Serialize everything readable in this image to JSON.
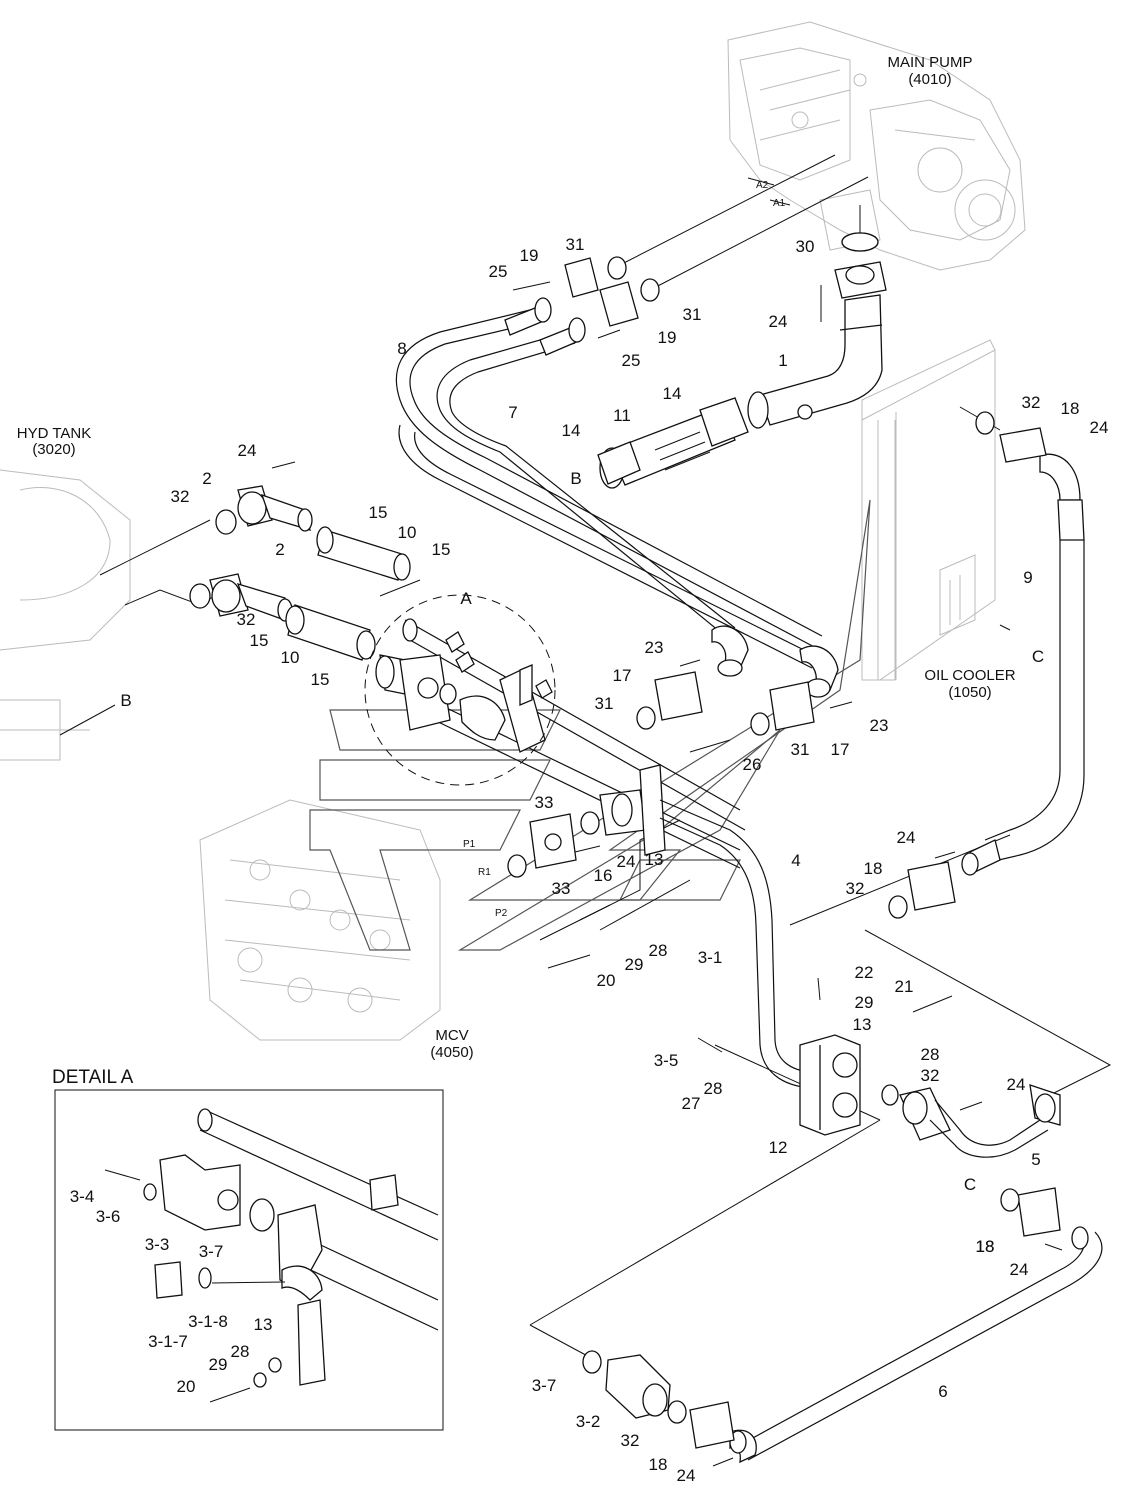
{
  "components": {
    "main_pump": {
      "name": "MAIN PUMP",
      "code": "(4010)"
    },
    "hyd_tank": {
      "name": "HYD TANK",
      "code": "(3020)"
    },
    "oil_cooler": {
      "name": "OIL COOLER",
      "code": "(1050)"
    },
    "mcv": {
      "name": "MCV",
      "code": "(4050)"
    }
  },
  "detail": {
    "title": "DETAIL A"
  },
  "ports": [
    "A2",
    "A1",
    "P1",
    "R1",
    "P2"
  ],
  "refs": [
    "A",
    "B",
    "B",
    "C",
    "C"
  ],
  "callouts": [
    "1",
    "2",
    "2",
    "3-1",
    "3-5",
    "4",
    "5",
    "6",
    "7",
    "8",
    "9",
    "10",
    "10",
    "11",
    "12",
    "13",
    "13",
    "14",
    "14",
    "15",
    "15",
    "15",
    "15",
    "16",
    "17",
    "17",
    "18",
    "18",
    "18",
    "18",
    "19",
    "19",
    "20",
    "21",
    "22",
    "23",
    "23",
    "24",
    "24",
    "24",
    "24",
    "24",
    "24",
    "24",
    "25",
    "25",
    "26",
    "27",
    "28",
    "28",
    "28",
    "29",
    "29",
    "30",
    "31",
    "31",
    "31",
    "31",
    "32",
    "32",
    "32",
    "32",
    "32",
    "33",
    "33"
  ],
  "detail_callouts": [
    "3-4",
    "3-6",
    "3-3",
    "3-7",
    "3-1-8",
    "3-1-7",
    "13",
    "28",
    "29",
    "20",
    "3-7",
    "3-2",
    "32",
    "18",
    "24"
  ]
}
